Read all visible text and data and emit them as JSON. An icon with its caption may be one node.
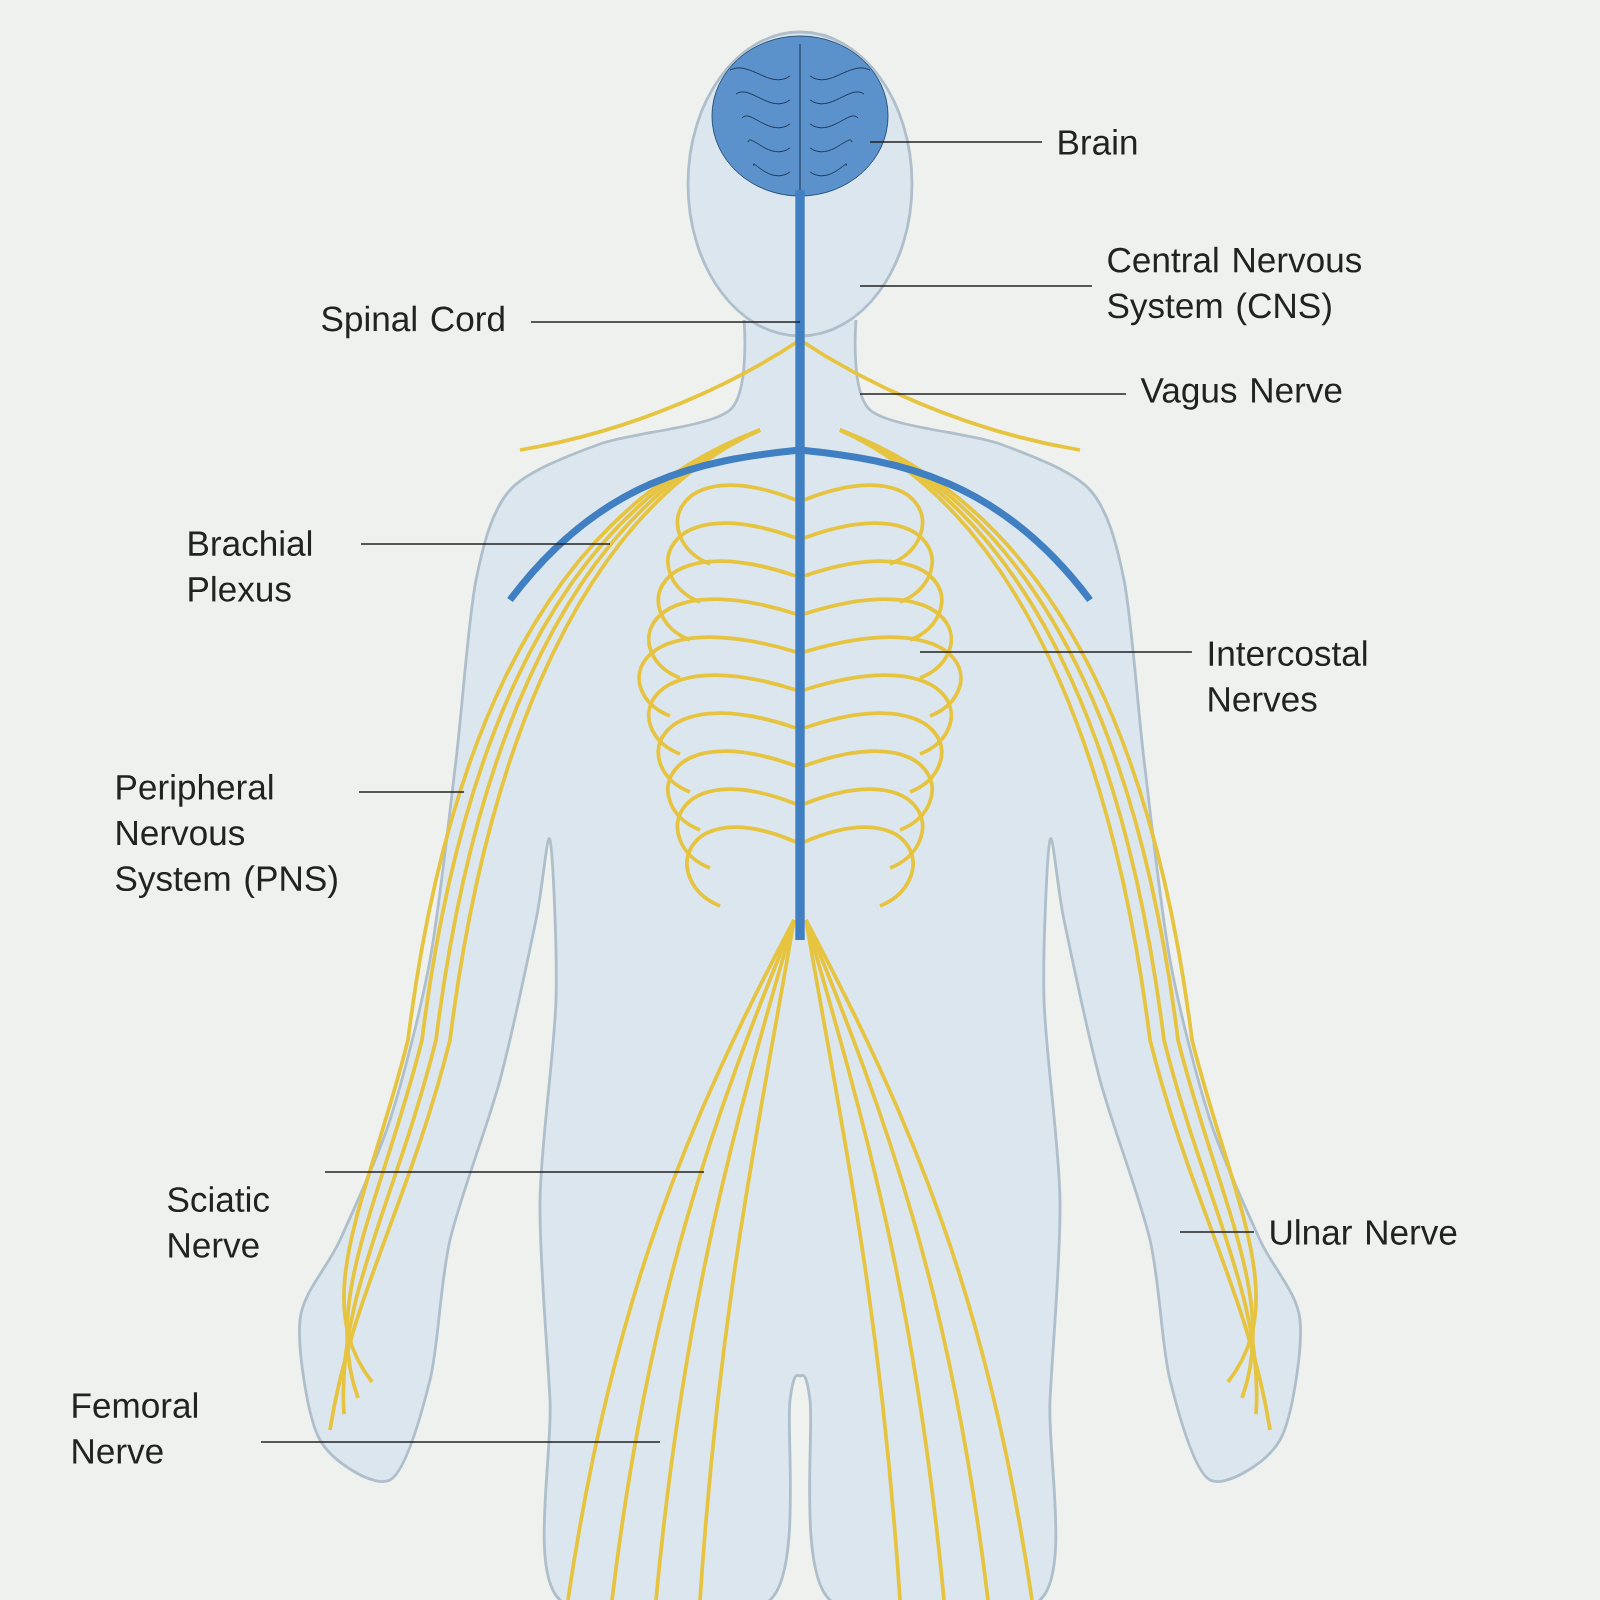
{
  "diagram": {
    "nodes": [
      {
        "text": [
          "Brain"
        ]
      },
      {
        "text": [
          "Central Nervous System (CNS)"
        ]
      },
      {
        "text": [
          "Spinal Cord"
        ]
      },
      {
        "text": [
          "Vagus Nerve"
        ]
      },
      {
        "text": [
          "Brachial Plexus"
        ]
      },
      {
        "text": [
          "Intercostal Nerves"
        ]
      },
      {
        "text": [
          "Peripheral Nervous System (PNS)"
        ]
      },
      {
        "text": [
          "Sciatic Nerve"
        ]
      },
      {
        "text": [
          "Ulnar Nerve"
        ]
      },
      {
        "text": [
          "Femoral Nerve"
        ]
      }
    ],
    "edges": [
      {
        "from": 0,
        "to": null,
        "arrow": "none"
      },
      {
        "from": 1,
        "to": null,
        "arrow": "none"
      },
      {
        "from": 2,
        "to": null,
        "arrow": "none"
      },
      {
        "from": 3,
        "to": null,
        "arrow": "none"
      },
      {
        "from": 4,
        "to": null,
        "arrow": "none"
      },
      {
        "from": 5,
        "to": null,
        "arrow": "none"
      },
      {
        "from": 6,
        "to": null,
        "arrow": "none"
      },
      {
        "from": 7,
        "to": null,
        "arrow": "none"
      },
      {
        "from": 8,
        "to": null,
        "arrow": "none"
      },
      {
        "from": 9,
        "to": null,
        "arrow": "none"
      }
    ]
  }
}
